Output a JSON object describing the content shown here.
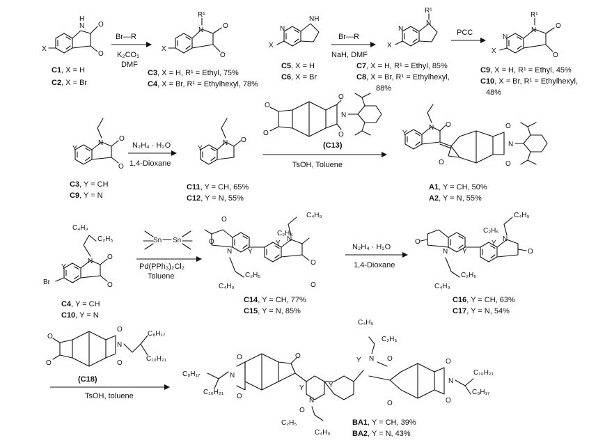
{
  "row1": {
    "c1": {
      "id": "C1",
      "text": ", X = H"
    },
    "c2": {
      "id": "C2",
      "text": ", X = Br"
    },
    "arrow1": {
      "top": "Br—R",
      "mid1": "K₂CO₃",
      "mid2": "DMF"
    },
    "c3": {
      "id": "C3",
      "text": ", X = H, R¹ = Ethyl, 75%"
    },
    "c4": {
      "id": "C4",
      "text": ", X = Br, R¹ = Ethylhexyl, 78%"
    },
    "c5": {
      "id": "C5",
      "text": ", X = H"
    },
    "c6": {
      "id": "C6",
      "text": ", X = Br"
    },
    "arrow2": {
      "top": "Br—R",
      "bottom": "NaH, DMF"
    },
    "c7": {
      "id": "C7",
      "text": ", X = H, R¹ = Ethyl, 85%"
    },
    "c8": {
      "id": "C8",
      "text": ", X = Br, R¹ = Ethylhexyl,",
      "text2": "88%"
    },
    "arrow3": {
      "top": "PCC"
    },
    "c9": {
      "id": "C9",
      "text": ", X = H, R¹ = Ethyl, 45%"
    },
    "c10": {
      "id": "C10",
      "text": ", X = Br, R¹ = Ethylhexyl,",
      "text2": "48%"
    }
  },
  "row2": {
    "c3": {
      "id": "C3",
      "text": ", Y = CH"
    },
    "c9": {
      "id": "C9",
      "text": ", Y = N"
    },
    "arrow1": {
      "top": "N₂H₄ · H₂O",
      "bottom": "1,4-Dioxane"
    },
    "c11": {
      "id": "C11",
      "text": ", Y = CH, 65%"
    },
    "c12": {
      "id": "C12",
      "text": ", Y = N, 55%"
    },
    "reagent": {
      "id": "(C13)"
    },
    "arrow2": {
      "bottom": "TsOH, Toluene"
    },
    "a1": {
      "id": "A1",
      "text": ", Y = CH, 50%"
    },
    "a2": {
      "id": "A2",
      "text": ", Y = N, 55%"
    }
  },
  "row3": {
    "c4": {
      "id": "C4",
      "text": ", Y = CH"
    },
    "c10": {
      "id": "C10",
      "text": ", Y = N"
    },
    "arrow1": {
      "top": "Pd(PPh₃)₂Cl₂",
      "bottom": "Toluene"
    },
    "c14": {
      "id": "C14",
      "text": ", Y = CH, 77%"
    },
    "c15": {
      "id": "C15",
      "text": ", Y = N, 85%"
    },
    "arrow2": {
      "top": "N₂H₄ · H₂O",
      "bottom": "1,4-Dioxane"
    },
    "c16": {
      "id": "C16",
      "text": ", Y = CH, 63%"
    },
    "c17": {
      "id": "C17",
      "text": ", Y = N, 54%"
    }
  },
  "row4": {
    "reagent": {
      "id": "(C18)"
    },
    "arrow": {
      "bottom": "TsOH, toluene"
    },
    "ba1": {
      "id": "BA1",
      "text": ", Y = CH, 39%"
    },
    "ba2": {
      "id": "BA2",
      "text": ", Y = N, 43%"
    }
  },
  "atoms": {
    "o": "O",
    "n": "N",
    "h": "H",
    "x": "X",
    "y": "Y",
    "br": "Br",
    "r1": "R¹",
    "sn": "Sn",
    "c4h9": "C₄H₉",
    "c2h5": "C₂H₅",
    "c8h17": "C₈H₁₇",
    "c10h21": "C₁₀H₂₁"
  }
}
